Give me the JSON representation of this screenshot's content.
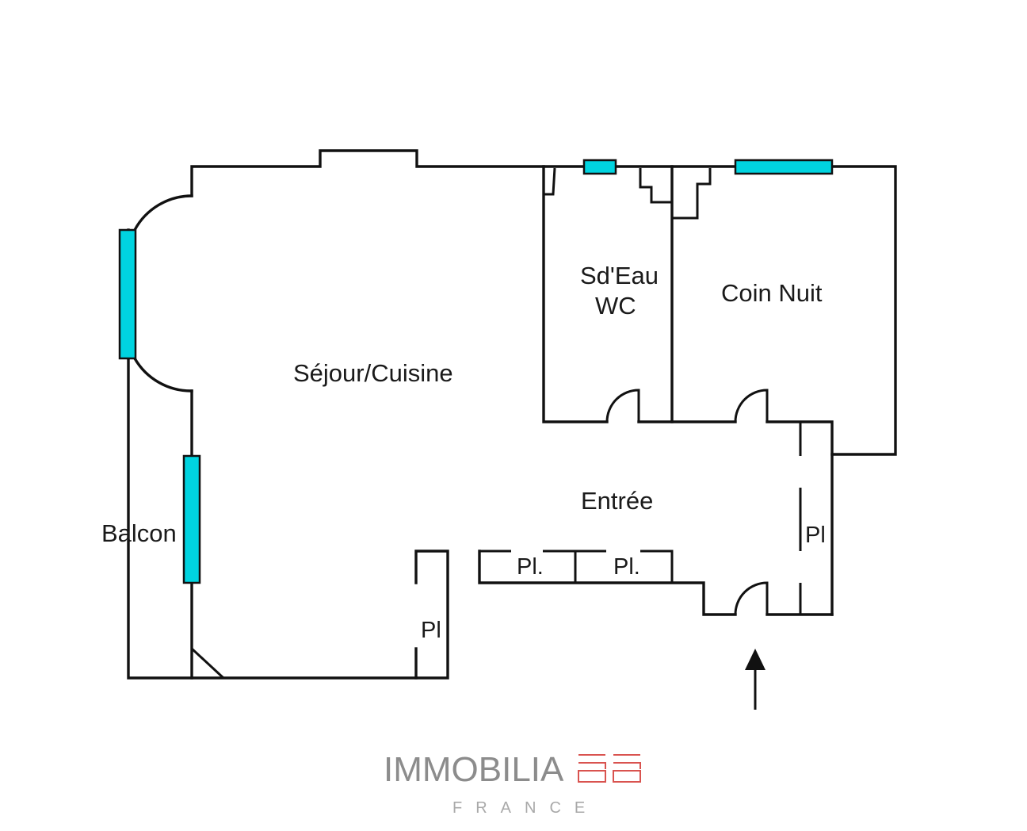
{
  "rooms": {
    "sejour": "Séjour/Cuisine",
    "sdeau_line1": "Sd'Eau",
    "sdeau_line2": "WC",
    "coin_nuit": "Coin Nuit",
    "entree": "Entrée",
    "balcon": "Balcon"
  },
  "storage": {
    "pl_left": "Pl",
    "pl_mid1": "Pl.",
    "pl_mid2": "Pl.",
    "pl_right": "Pl"
  },
  "brand": {
    "name": "IMMOBILIA",
    "subtitle": "FRANCE",
    "logo_color": "#d9534f",
    "text_color": "#8c8c8c"
  },
  "colors": {
    "window": "#00d4e0",
    "wall": "#111111"
  },
  "icons": {
    "entrance": "up-arrow-icon",
    "logo": "brand-logo-icon"
  }
}
